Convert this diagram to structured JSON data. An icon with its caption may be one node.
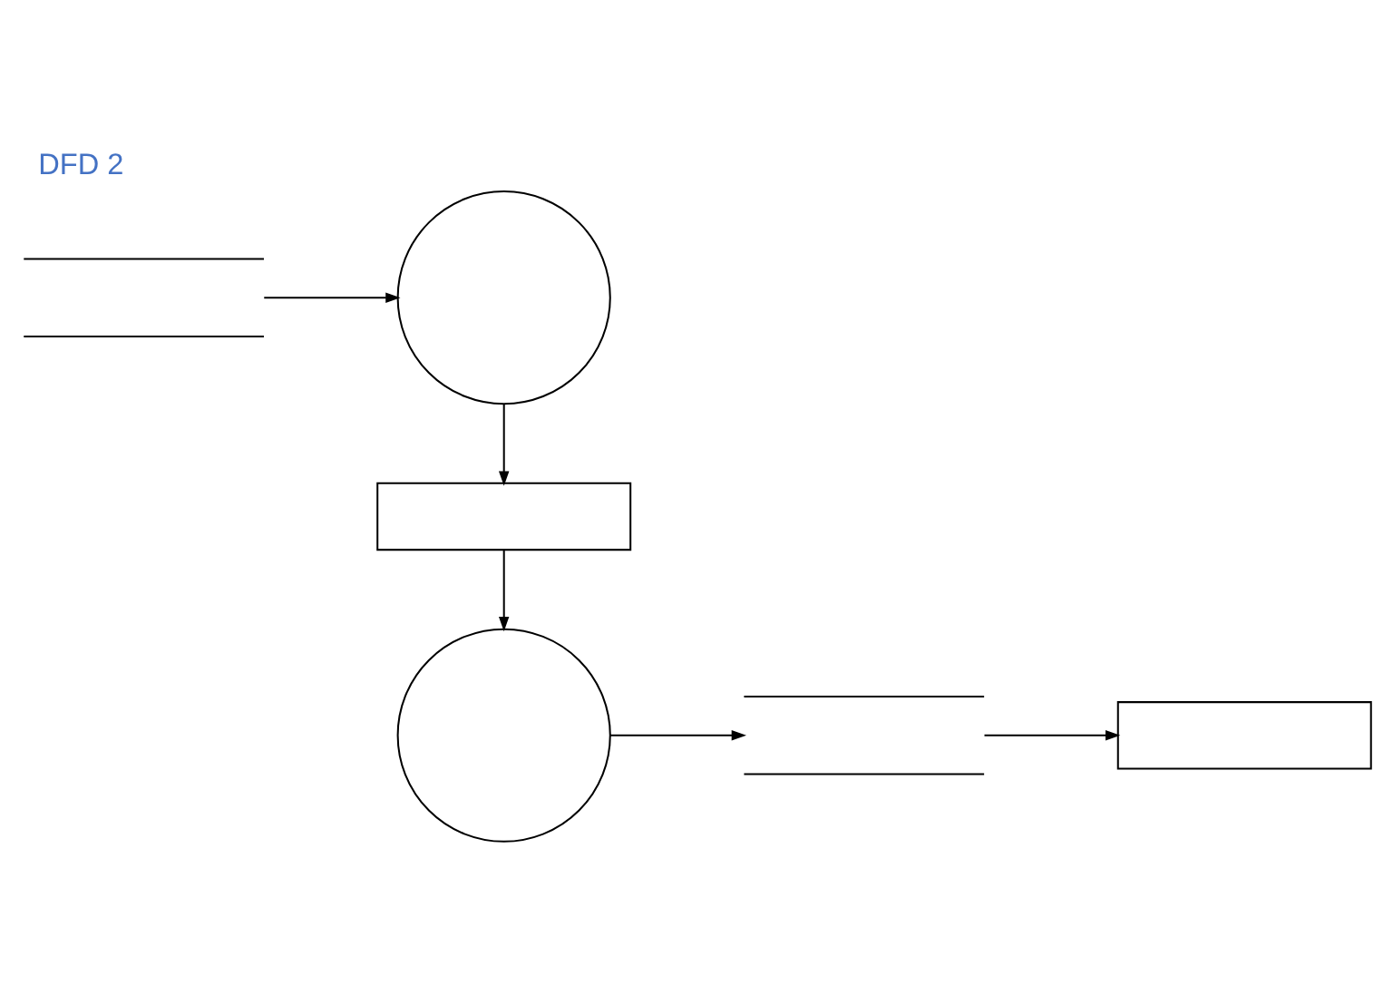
{
  "diagram": {
    "title": "DFD 2",
    "nodes": [
      {
        "text": [],
        "shape": "store"
      },
      {
        "text": [],
        "shape": "circle"
      },
      {
        "text": [],
        "shape": "box"
      },
      {
        "text": [],
        "shape": "box"
      },
      {
        "text": [],
        "shape": "store"
      },
      {
        "text": [],
        "shape": "circle"
      }
    ],
    "edges": [
      {
        "from": 0,
        "to": 1,
        "arrow": "to"
      },
      {
        "from": 1,
        "to": 2,
        "arrow": "to"
      },
      {
        "from": 2,
        "to": 5,
        "arrow": "to"
      },
      {
        "from": 5,
        "to": 4,
        "arrow": "to"
      },
      {
        "from": 4,
        "to": 3,
        "arrow": "to"
      }
    ]
  }
}
